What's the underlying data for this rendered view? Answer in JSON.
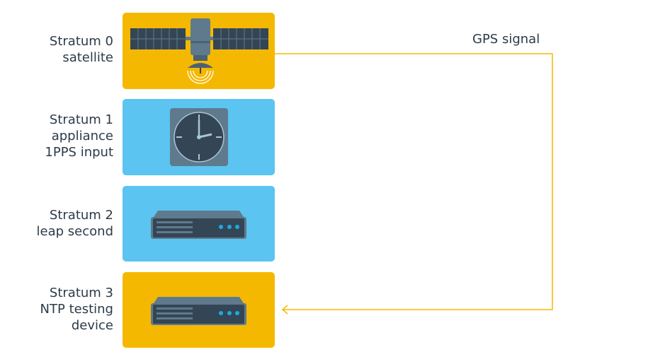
{
  "colors": {
    "yellow": "#F5B800",
    "blue": "#5BC4F1",
    "dark": "#344656",
    "steel": "#5E7A8C"
  },
  "strata": [
    {
      "lines": [
        "Stratum 0",
        "satellite"
      ],
      "icon": "satellite-icon",
      "color": "yellow"
    },
    {
      "lines": [
        "Stratum 1",
        "appliance",
        "1PPS input"
      ],
      "icon": "clock-icon",
      "color": "blue"
    },
    {
      "lines": [
        "Stratum 2",
        "leap second"
      ],
      "icon": "server-icon",
      "color": "blue"
    },
    {
      "lines": [
        "Stratum 3",
        "NTP testing",
        "device"
      ],
      "icon": "server-icon",
      "color": "yellow"
    }
  ],
  "connector": {
    "label": "GPS signal"
  }
}
